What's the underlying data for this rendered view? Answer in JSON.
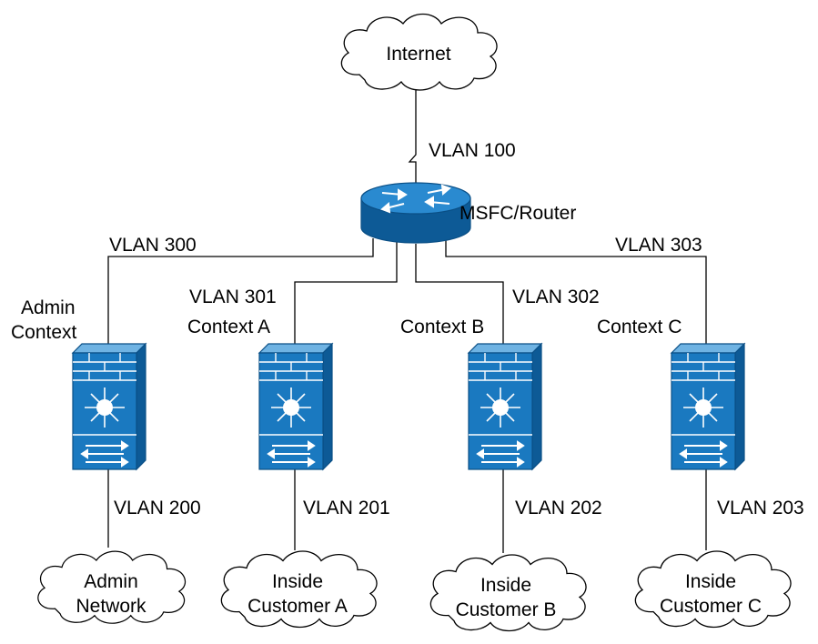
{
  "internet": {
    "label": "Internet"
  },
  "router": {
    "label": "MSFC/Router"
  },
  "vlans": {
    "uplink": "VLAN 100",
    "admin": "VLAN 300",
    "a": "VLAN 301",
    "b": "VLAN 302",
    "c": "VLAN 303",
    "admin_inside": "VLAN 200",
    "a_inside": "VLAN 201",
    "b_inside": "VLAN 202",
    "c_inside": "VLAN 203"
  },
  "contexts": {
    "admin_line1": "Admin",
    "admin_line2": "Context",
    "a": "Context A",
    "b": "Context B",
    "c": "Context C"
  },
  "networks": {
    "admin_line1": "Admin",
    "admin_line2": "Network",
    "a_line1": "Inside",
    "a_line2": "Customer A",
    "b_line1": "Inside",
    "b_line2": "Customer B",
    "c_line1": "Inside",
    "c_line2": "Customer C"
  },
  "colors": {
    "device_blue": "#1a79c0",
    "device_dark": "#0d5a96",
    "device_light": "#6fb3e3"
  }
}
